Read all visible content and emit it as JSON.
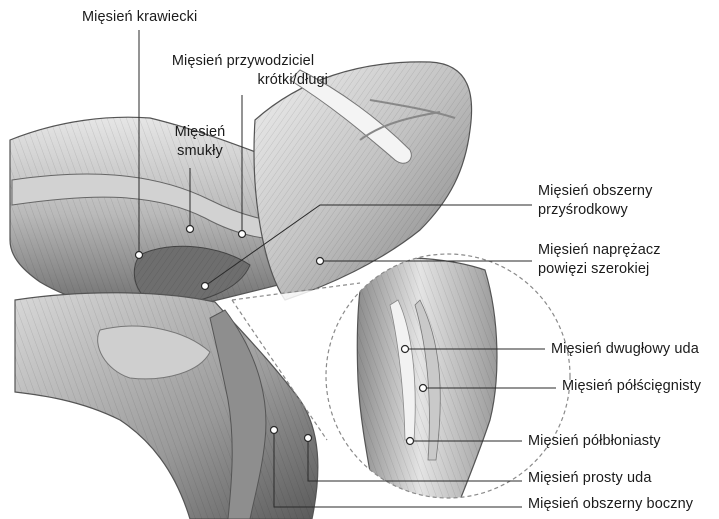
{
  "labels": {
    "krawiecki": "Mięsień krawiecki",
    "przywodziciel_line1": "Mięsień przywodziciel",
    "przywodziciel_line2": "krótki/długi",
    "smukly_line1": "Mięsień",
    "smukly_line2": "smukły",
    "obszerny_przysrodkowy_line1": "Mięsień obszerny",
    "obszerny_przysrodkowy_line2": "przyśrodkowy",
    "naprezacz_line1": "Mięsień naprężacz",
    "naprezacz_line2": "powięzi szerokiej",
    "dwuglowy": "Mięsień dwugłowy uda",
    "polsciegnisty": "Mięsień półścięgnisty",
    "polbloniasty": "Mięsień półbłoniasty",
    "prosty": "Mięsień prosty uda",
    "obszerny_boczny": "Mięsień obszerny boczny"
  },
  "colors": {
    "text": "#1b1b1b",
    "leader": "#2a2a2a",
    "muscle_light": "#dcdcdc",
    "muscle_mid": "#a9a9a9",
    "muscle_dark": "#5e5e5e",
    "dashed_circle": "#8a8a8a"
  }
}
